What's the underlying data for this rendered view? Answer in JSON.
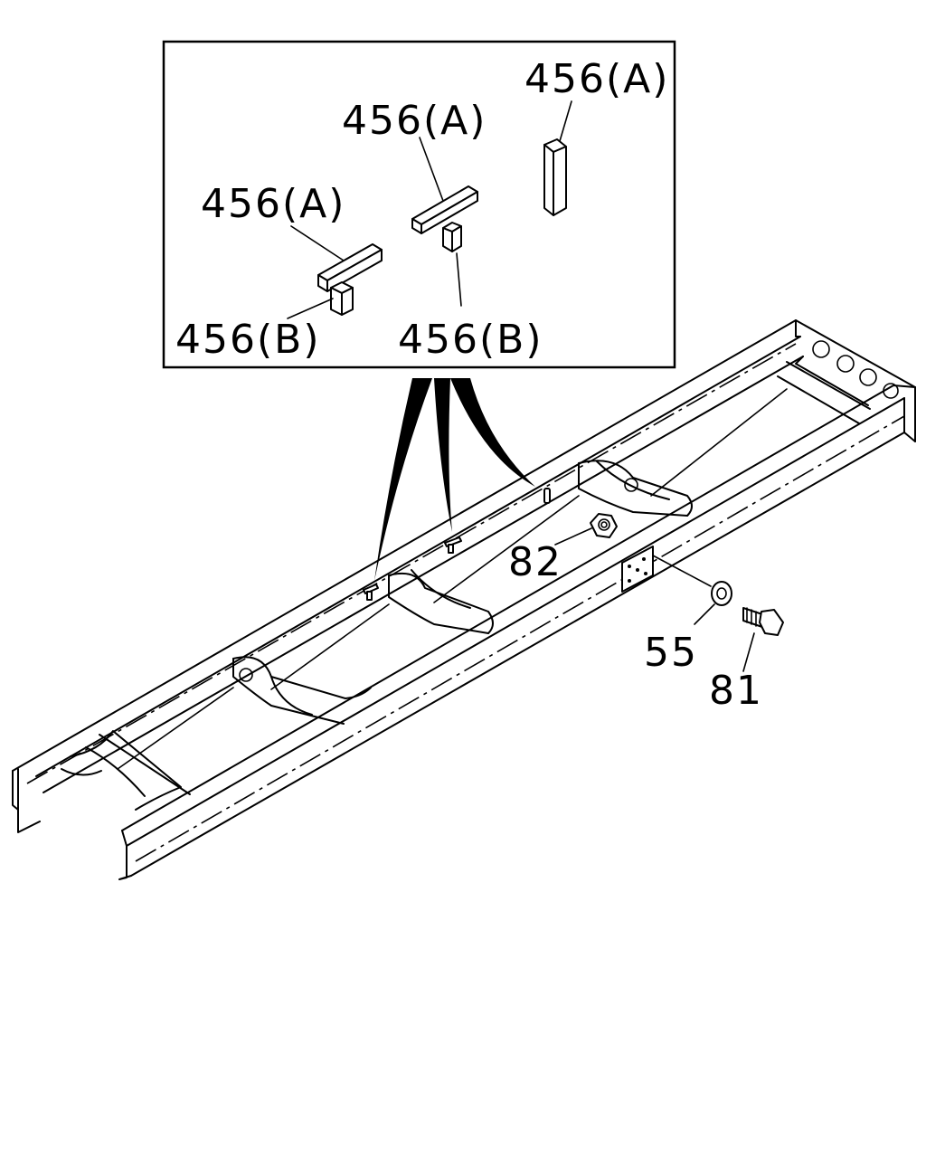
{
  "callouts": {
    "c456a_top": "456(A)",
    "c456a_mid": "456(A)",
    "c456a_left": "456(A)",
    "c456b_left": "456(B)",
    "c456b_right": "456(B)",
    "c82": "82",
    "c55": "55",
    "c81": "81"
  }
}
